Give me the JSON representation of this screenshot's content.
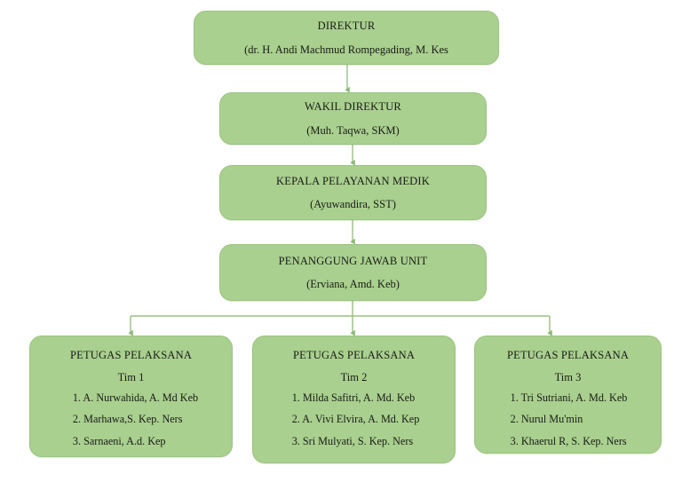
{
  "diagram": {
    "type": "organizational-chart",
    "colors": {
      "node_fill": "#a9d08e",
      "node_border": "#9bc47f",
      "connector": "#9bbf84",
      "text": "#1a1a1a",
      "background": "#ffffff"
    },
    "chain": [
      {
        "id": "direktur",
        "title": "DIREKTUR",
        "subtitle": "(dr. H. Andi Machmud Rompegading, M. Kes"
      },
      {
        "id": "wakil-direktur",
        "title": "WAKIL DIREKTUR",
        "subtitle": "(Muh. Taqwa, SKM)"
      },
      {
        "id": "kepala-pelayanan-medik",
        "title": "KEPALA PELAYANAN MEDIK",
        "subtitle": "(Ayuwandira, SST)"
      },
      {
        "id": "penanggung-jawab-unit",
        "title": "PENANGGUNG JAWAB UNIT",
        "subtitle": "(Erviana, Amd. Keb)"
      }
    ],
    "teams": [
      {
        "id": "tim-1",
        "title": "PETUGAS PELAKSANA",
        "tim_label": "Tim 1",
        "members": [
          "1. A. Nurwahida, A. Md Keb",
          "2. Marhawa,S. Kep. Ners",
          "3. Sarnaeni, A.d. Kep"
        ]
      },
      {
        "id": "tim-2",
        "title": "PETUGAS PELAKSANA",
        "tim_label": "Tim 2",
        "members": [
          "1. Milda Safitri, A. Md. Keb",
          "2. A. Vivi Elvira, A. Md. Kep",
          "3. Sri Mulyati, S. Kep. Ners"
        ]
      },
      {
        "id": "tim-3",
        "title": "PETUGAS PELAKSANA",
        "tim_label": "Tim 3",
        "members": [
          "1. Tri Sutriani, A. Md. Keb",
          "2. Nurul Mu'min",
          "3. Khaerul R, S. Kep. Ners"
        ]
      }
    ]
  }
}
